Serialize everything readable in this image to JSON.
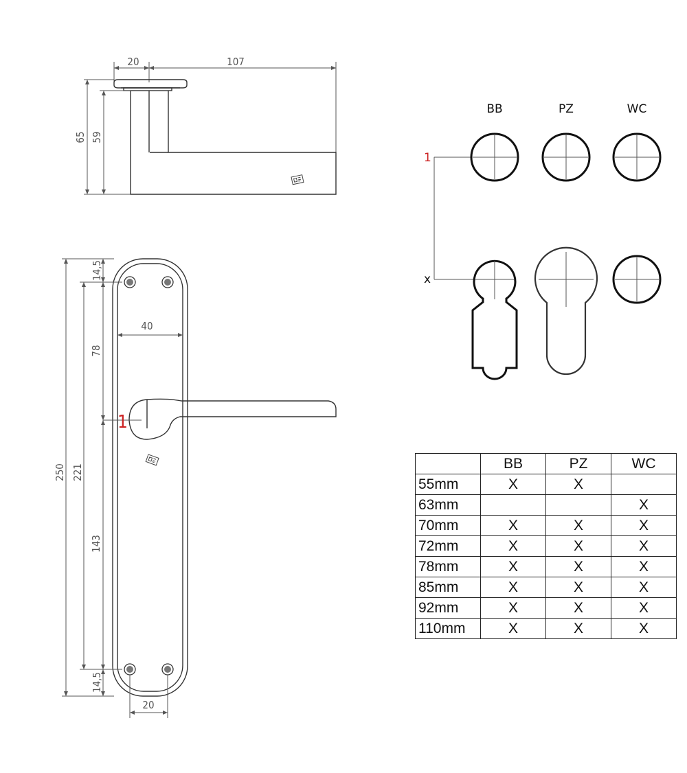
{
  "side_view": {
    "dim_top_left": "20",
    "dim_top_right": "107",
    "dim_height_outer": "65",
    "dim_height_inner": "59"
  },
  "front_view": {
    "dim_top_pad": "14,5",
    "dim_bottom_pad": "14,5",
    "dim_upper": "78",
    "dim_lower": "143",
    "dim_inner": "221",
    "dim_total": "250",
    "dim_width": "40",
    "dim_bottom_width": "20",
    "marker": "1"
  },
  "cutouts": {
    "columns": [
      "BB",
      "PZ",
      "WC"
    ],
    "marker_top": "1",
    "marker_bottom": "x"
  },
  "table": {
    "headers": [
      "",
      "BB",
      "PZ",
      "WC"
    ],
    "rows": [
      {
        "size": "55mm",
        "bb": "X",
        "pz": "X",
        "wc": ""
      },
      {
        "size": "63mm",
        "bb": "",
        "pz": "",
        "wc": "X"
      },
      {
        "size": "70mm",
        "bb": "X",
        "pz": "X",
        "wc": "X"
      },
      {
        "size": "72mm",
        "bb": "X",
        "pz": "X",
        "wc": "X"
      },
      {
        "size": "78mm",
        "bb": "X",
        "pz": "X",
        "wc": "X"
      },
      {
        "size": "85mm",
        "bb": "X",
        "pz": "X",
        "wc": "X"
      },
      {
        "size": "92mm",
        "bb": "X",
        "pz": "X",
        "wc": "X"
      },
      {
        "size": "110mm",
        "bb": "X",
        "pz": "X",
        "wc": "X"
      }
    ]
  }
}
